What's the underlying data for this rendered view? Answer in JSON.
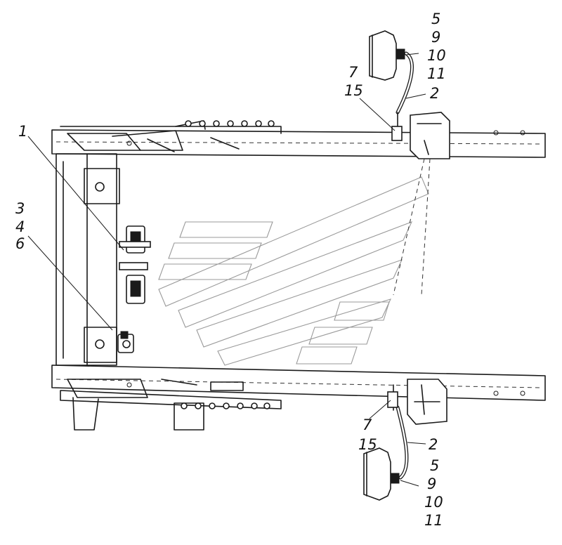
{
  "labels": {
    "l1": "1",
    "l2_top": "2",
    "l2_bottom": "2",
    "l3": "3",
    "l4": "4",
    "l5_top": "5",
    "l5_bottom": "5",
    "l6": "6",
    "l7_top": "7",
    "l7_bottom": "7",
    "l9_top": "9",
    "l9_bottom": "9",
    "l10_top": "10",
    "l10_bottom": "10",
    "l11_top": "11",
    "l11_bottom": "11",
    "l15_top": "15",
    "l15_bottom": "15"
  }
}
